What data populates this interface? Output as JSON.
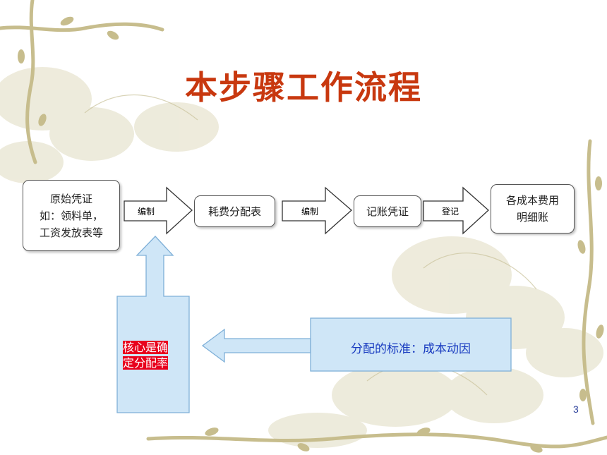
{
  "slide": {
    "title": "本步骤工作流程",
    "page_number": "3"
  },
  "flow": {
    "source": [
      "原始凭证",
      "如：领料单，",
      "工资发放表等"
    ],
    "step1_label": "编制",
    "allocation_table": "耗费分配表",
    "step2_label": "编制",
    "voucher": "记账凭证",
    "step3_label": "登记",
    "ledger": [
      "各成本费用",
      "明细账"
    ]
  },
  "callouts": {
    "core": [
      "核心是确",
      "定分配率"
    ],
    "standard": "分配的标准：成本动因"
  },
  "colors": {
    "title": "#c8380f",
    "callout_fill": "#cfe6f7",
    "callout_border": "#7fb0d8",
    "highlight": "#e8001c",
    "standard_text": "#1a3cc0"
  }
}
